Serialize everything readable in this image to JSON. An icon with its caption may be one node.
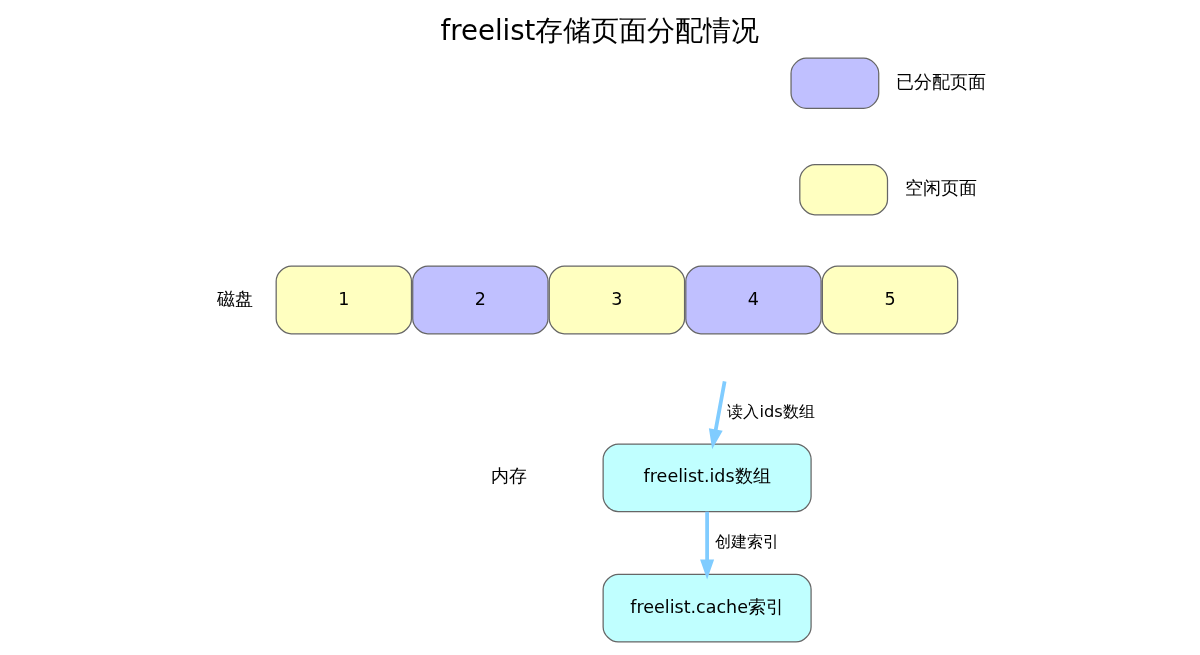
{
  "diagram": {
    "title": "freelist存储页面分配情况",
    "nodes": [
      {
        "text": [
          "1"
        ]
      },
      {
        "text": [
          "2"
        ]
      },
      {
        "text": [
          "3"
        ]
      },
      {
        "text": [
          "4"
        ]
      },
      {
        "text": [
          "5"
        ]
      },
      {
        "text": [
          "freelist.ids数组"
        ]
      },
      {
        "text": [
          "freelist.cache索引"
        ]
      }
    ],
    "edges": [
      {
        "from": null,
        "to": 5,
        "arrow": "to",
        "label": "读入ids数组"
      },
      {
        "from": 5,
        "to": 6,
        "arrow": "to",
        "label": "创建索引"
      }
    ],
    "labels": [
      "磁盘",
      "内存"
    ],
    "legend": [
      {
        "text": "已分配页面",
        "color": "#c0c0ff"
      },
      {
        "text": "空闲页面",
        "color": "#ffffc0"
      }
    ]
  }
}
